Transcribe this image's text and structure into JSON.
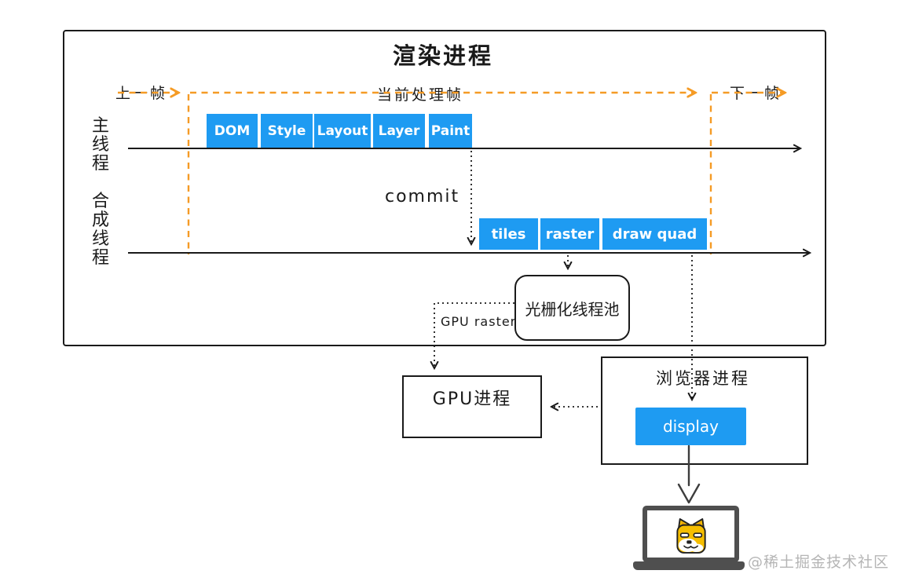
{
  "colors": {
    "stage_blue": "#1e9bf2",
    "frame_orange": "#f59b25",
    "ink": "#1a1a1a",
    "laptop_gray": "#4f4f4f",
    "watermark_gray": "#b5b5b5"
  },
  "render_process": {
    "title": "渲染进程",
    "frames": {
      "prev": "上一帧",
      "current": "当前处理帧",
      "next": "下一帧"
    },
    "threads": {
      "main": "主线程",
      "compositor": "合成线程"
    },
    "main_stages": [
      "DOM",
      "Style",
      "Layout",
      "Layer",
      "Paint"
    ],
    "commit_label": "commit",
    "compositor_stages": [
      "tiles",
      "raster",
      "draw quad"
    ],
    "raster_pool_label": "光栅化线程池",
    "gpu_raster_label": "GPU raster"
  },
  "gpu_process": {
    "label": "GPU进程"
  },
  "browser_process": {
    "title": "浏览器进程",
    "display_label": "display"
  },
  "icons": {
    "screen_content": "pixel-shiba-dog",
    "device": "laptop"
  },
  "watermark": "@稀土掘金技术社区"
}
